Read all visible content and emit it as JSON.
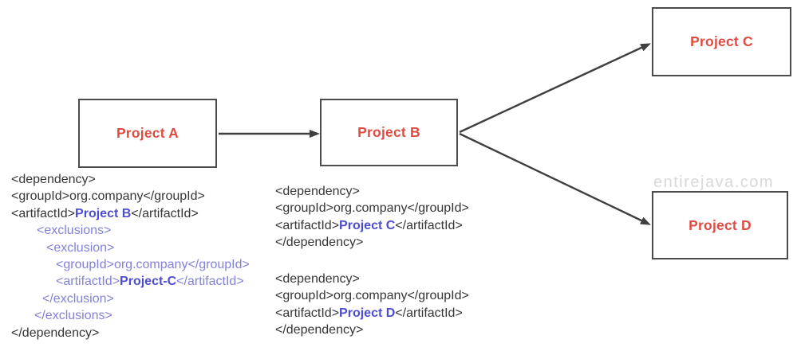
{
  "diagram": {
    "nodes": [
      {
        "id": "project-a",
        "label": "Project A"
      },
      {
        "id": "project-b",
        "label": "Project B"
      },
      {
        "id": "project-c",
        "label": "Project C"
      },
      {
        "id": "project-d",
        "label": "Project D"
      }
    ],
    "edges": [
      {
        "from": "project-a",
        "to": "project-b"
      },
      {
        "from": "project-b",
        "to": "project-c"
      },
      {
        "from": "project-b",
        "to": "project-d"
      }
    ]
  },
  "watermark": "entirejava.com",
  "colors": {
    "node_label": "#e04b41",
    "node_border": "#4c4c4c",
    "arrow": "#3f3f3f",
    "code_text": "#363636",
    "tag_blue": "#8282da",
    "name_blue": "#4d4dd0",
    "watermark": "#d9d9d9",
    "background": "#ffffff"
  },
  "code_blocks": {
    "left": {
      "lines": [
        {
          "indent": 0,
          "segments": [
            {
              "text": "<dependency>",
              "color": "text"
            }
          ]
        },
        {
          "indent": 0,
          "segments": [
            {
              "text": "<groupId>org.company</groupId>",
              "color": "text"
            }
          ]
        },
        {
          "indent": 0,
          "segments": [
            {
              "text": "<artifactId>",
              "color": "text"
            },
            {
              "text": "Project B",
              "color": "name"
            },
            {
              "text": "</artifactId>",
              "color": "text"
            }
          ]
        },
        {
          "indent": 32,
          "segments": [
            {
              "text": "<exclusions>",
              "color": "tag"
            }
          ]
        },
        {
          "indent": 44,
          "segments": [
            {
              "text": "<exclusion>",
              "color": "tag"
            }
          ]
        },
        {
          "indent": 56,
          "segments": [
            {
              "text": "<groupId>org.company</groupId>",
              "color": "tag"
            }
          ]
        },
        {
          "indent": 56,
          "segments": [
            {
              "text": "<artifactId>",
              "color": "tag"
            },
            {
              "text": "Project-C",
              "color": "name"
            },
            {
              "text": "</artifactId>",
              "color": "tag"
            }
          ]
        },
        {
          "indent": 39,
          "segments": [
            {
              "text": "</exclusion>",
              "color": "tag"
            }
          ]
        },
        {
          "indent": 29,
          "segments": [
            {
              "text": "</exclusions>",
              "color": "tag"
            }
          ]
        },
        {
          "indent": 0,
          "segments": [
            {
              "text": "</dependency>",
              "color": "text"
            }
          ]
        }
      ]
    },
    "middle_top": {
      "lines": [
        {
          "indent": 0,
          "segments": [
            {
              "text": "<dependency>",
              "color": "text"
            }
          ]
        },
        {
          "indent": 0,
          "segments": [
            {
              "text": "<groupId>org.company</groupId>",
              "color": "text"
            }
          ]
        },
        {
          "indent": 0,
          "segments": [
            {
              "text": "<artifactId>",
              "color": "text"
            },
            {
              "text": "Project C",
              "color": "name"
            },
            {
              "text": "</artifactId>",
              "color": "text"
            }
          ]
        },
        {
          "indent": 0,
          "segments": [
            {
              "text": "</dependency>",
              "color": "text"
            }
          ]
        }
      ]
    },
    "middle_bottom": {
      "lines": [
        {
          "indent": 0,
          "segments": [
            {
              "text": "<dependency>",
              "color": "text"
            }
          ]
        },
        {
          "indent": 0,
          "segments": [
            {
              "text": "<groupId>org.company</groupId>",
              "color": "text"
            }
          ]
        },
        {
          "indent": 0,
          "segments": [
            {
              "text": "<artifactId>",
              "color": "text"
            },
            {
              "text": "Project D",
              "color": "name"
            },
            {
              "text": "</artifactId>",
              "color": "text"
            }
          ]
        },
        {
          "indent": 0,
          "segments": [
            {
              "text": "</dependency>",
              "color": "text"
            }
          ]
        }
      ]
    }
  }
}
